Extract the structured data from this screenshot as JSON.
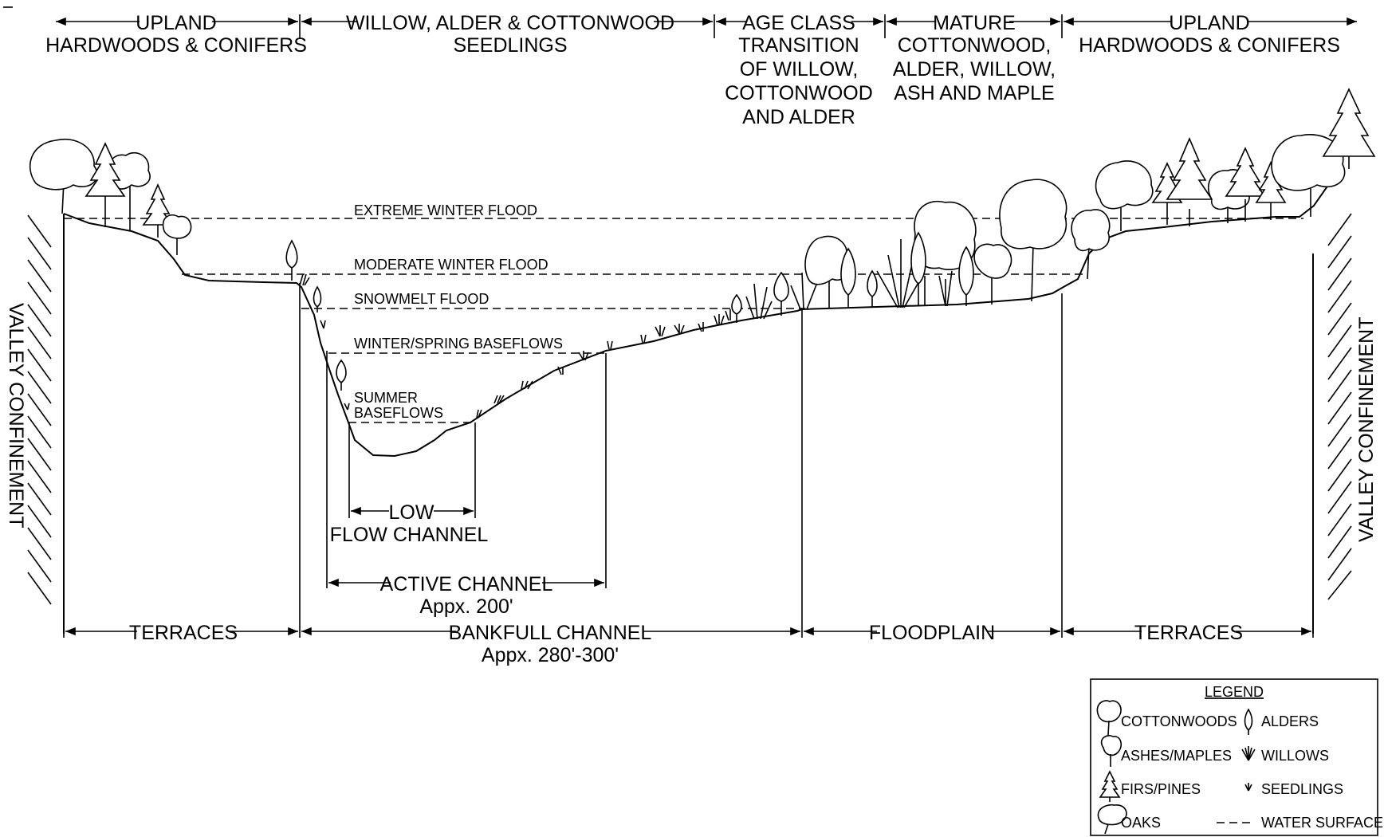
{
  "zones": [
    {
      "lines": [
        "UPLAND",
        "HARDWOODS & CONIFERS"
      ]
    },
    {
      "lines": [
        "WILLOW, ALDER & COTTONWOOD",
        "SEEDLINGS"
      ]
    },
    {
      "lines": [
        "AGE CLASS",
        "TRANSITION",
        "OF WILLOW,",
        "COTTONWOOD",
        "AND ALDER"
      ]
    },
    {
      "lines": [
        "MATURE",
        "COTTONWOOD,",
        "ALDER, WILLOW,",
        "ASH AND MAPLE"
      ]
    },
    {
      "lines": [
        "UPLAND",
        "HARDWOODS & CONIFERS"
      ]
    }
  ],
  "water_levels": {
    "extreme": "EXTREME WINTER FLOOD",
    "moderate": "MODERATE WINTER FLOOD",
    "snowmelt": "SNOWMELT FLOOD",
    "baseflows": "WINTER/SPRING BASEFLOWS",
    "summer_1": "SUMMER",
    "summer_2": "BASEFLOWS"
  },
  "confinement": {
    "left": "VALLEY CONFINEMENT",
    "right": "VALLEY CONFINEMENT"
  },
  "dimensions": {
    "low_flow_1": "LOW",
    "low_flow_2": "FLOW CHANNEL",
    "active": "ACTIVE CHANNEL",
    "active_width": "Appx. 200'",
    "terraces_left": "TERRACES",
    "bankfull": "BANKFULL CHANNEL",
    "bankfull_width": "Appx. 280'-300'",
    "floodplain": "FLOODPLAIN",
    "terraces_right": "TERRACES"
  },
  "legend": {
    "title": "LEGEND",
    "items": {
      "cottonwoods": "COTTONWOODS",
      "alders": "ALDERS",
      "ashes_maples": "ASHES/MAPLES",
      "willows": "WILLOWS",
      "firs_pines": "FIRS/PINES",
      "seedlings": "SEEDLINGS",
      "oaks": "OAKS",
      "water_surfaces": "WATER SURFACES"
    }
  }
}
